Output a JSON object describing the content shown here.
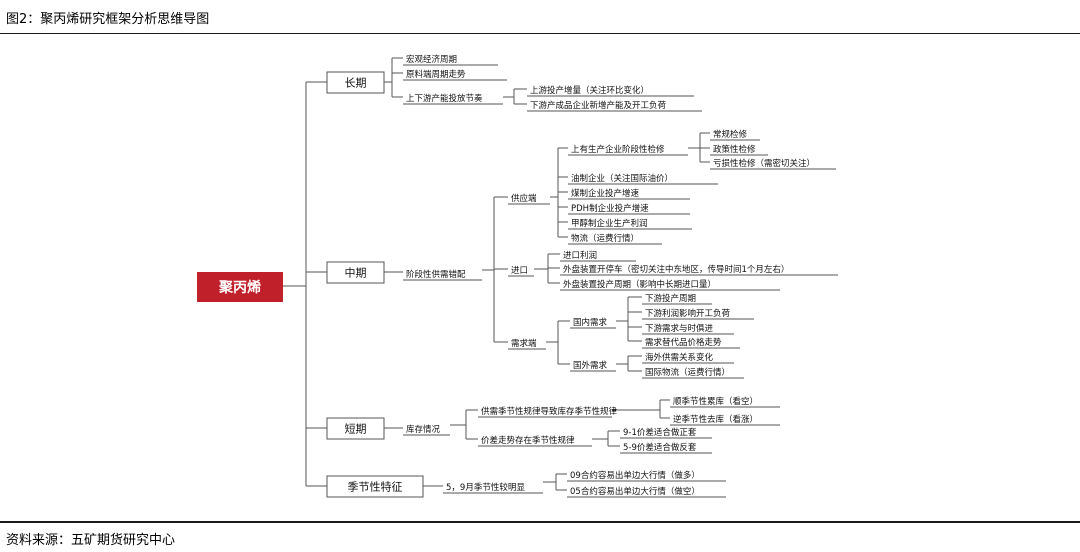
{
  "figure_title": "图2：聚丙烯研究框架分析思维导图",
  "source": "资料来源：五矿期货研究中心",
  "root": "聚丙烯",
  "long": {
    "label": "长期",
    "items": [
      "宏观经济周期",
      "原料端周期走势",
      "上下游产能投放节奏"
    ],
    "pace_children": [
      "上游投产增量（关注环比变化）",
      "下游产成品企业新增产能及开工负荷"
    ]
  },
  "mid": {
    "label": "中期",
    "sub": "阶段性供需错配",
    "supply": {
      "label": "供应端",
      "maint": "上有生产企业阶段性检修",
      "maint_children": [
        "常规检修",
        "政策性检修",
        "亏损性检修（需密切关注）"
      ],
      "items": [
        "油制企业（关注国际油价）",
        "煤制企业投产增速",
        "PDH制企业投产增速",
        "甲醇制企业生产利润",
        "物流（运费行情）"
      ]
    },
    "import": {
      "label": "进口",
      "items": [
        "进口利润",
        "外盘装置开停车（密切关注中东地区，传导时间1个月左右）",
        "外盘装置投产周期（影响中长期进口量）"
      ]
    },
    "demand": {
      "label": "需求端",
      "domestic": "国内需求",
      "domestic_children": [
        "下游投产周期",
        "下游利润影响开工负荷",
        "下游需求与时俱进",
        "需求替代品价格走势"
      ],
      "foreign": "国外需求",
      "foreign_children": [
        "海外供需关系变化",
        "国际物流（运费行情）"
      ]
    }
  },
  "short": {
    "label": "短期",
    "sub": "库存情况",
    "a": "供需季节性规律导致库存季节性规律",
    "a_children": [
      "顺季节性累库（看空）",
      "逆季节性去库（看涨）"
    ],
    "b": "价差走势存在季节性规律",
    "b_children": [
      "9-1价差适合做正套",
      "5-9价差适合做反套"
    ]
  },
  "seasonal": {
    "label": "季节性特征",
    "sub": "5，9月季节性较明显",
    "children": [
      "09合约容易出单边大行情（做多）",
      "05合约容易出单边大行情（做空）"
    ]
  }
}
